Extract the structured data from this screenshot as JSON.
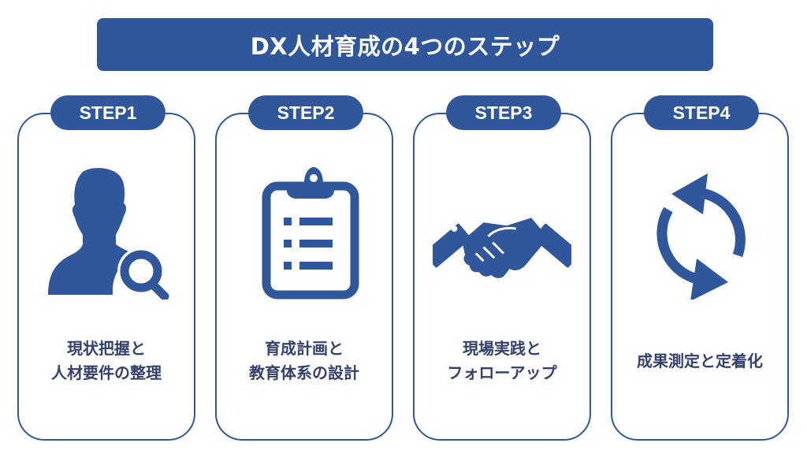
{
  "title": "DX人材育成の4つのステップ",
  "colors": {
    "primary": "#30579b",
    "text": "#34426b",
    "background": "#ffffff"
  },
  "steps": [
    {
      "badge": "STEP1",
      "icon": "person-search-icon",
      "line1": "現状把握と",
      "line2": "人材要件の整理"
    },
    {
      "badge": "STEP2",
      "icon": "clipboard-checklist-icon",
      "line1": "育成計画と",
      "line2": "教育体系の設計"
    },
    {
      "badge": "STEP3",
      "icon": "handshake-icon",
      "line1": "現場実践と",
      "line2": "フォローアップ"
    },
    {
      "badge": "STEP4",
      "icon": "refresh-cycle-icon",
      "line1": "成果測定と定着化",
      "line2": ""
    }
  ]
}
